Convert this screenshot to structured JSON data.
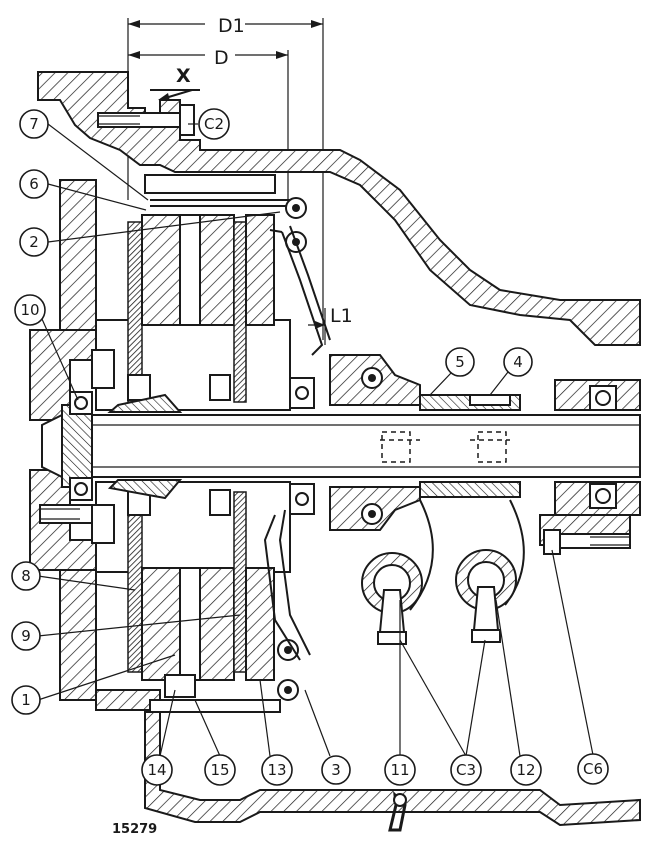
{
  "dimensions": {
    "d1_label": "D1",
    "d_label": "D",
    "l1_label": "L1",
    "x_label": "X"
  },
  "callouts": [
    {
      "id": "7",
      "label": "7"
    },
    {
      "id": "6",
      "label": "6"
    },
    {
      "id": "2",
      "label": "2"
    },
    {
      "id": "10",
      "label": "10"
    },
    {
      "id": "8",
      "label": "8"
    },
    {
      "id": "9",
      "label": "9"
    },
    {
      "id": "1",
      "label": "1"
    },
    {
      "id": "14",
      "label": "14"
    },
    {
      "id": "15",
      "label": "15"
    },
    {
      "id": "13",
      "label": "13"
    },
    {
      "id": "3",
      "label": "3"
    },
    {
      "id": "11",
      "label": "11"
    },
    {
      "id": "c3",
      "label": "C3"
    },
    {
      "id": "12",
      "label": "12"
    },
    {
      "id": "c6",
      "label": "C6"
    },
    {
      "id": "c2",
      "label": "C2"
    },
    {
      "id": "5",
      "label": "5"
    },
    {
      "id": "4",
      "label": "4"
    }
  ],
  "figure_number": "15279"
}
